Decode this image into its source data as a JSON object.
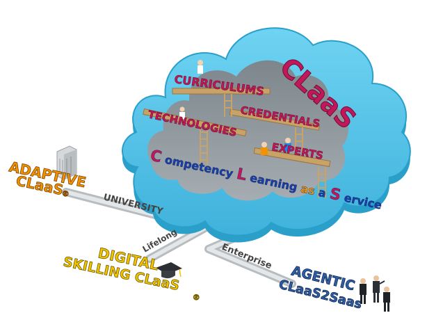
{
  "cloud": {
    "brand": "CLaaS",
    "tagline": {
      "parts": [
        {
          "text": "C",
          "color": "#c2185b"
        },
        {
          "text": "ompetency ",
          "color": "#1a3fa8"
        },
        {
          "text": "L",
          "color": "#c2185b"
        },
        {
          "text": "earning ",
          "color": "#1a3fa8"
        },
        {
          "text": "as ",
          "color": "#ff9800"
        },
        {
          "text": "a ",
          "color": "#1a3fa8"
        },
        {
          "text": "S",
          "color": "#c2185b"
        },
        {
          "text": "ervice",
          "color": "#1a3fa8"
        }
      ]
    },
    "shelves": {
      "curriculums": "CURRICULUMS",
      "technologies": "TECHNOLOGIES",
      "credentials": "CREDENTIALS",
      "experts": "EXPERTS"
    }
  },
  "branches": {
    "university": {
      "path_label": "UNIVERSITY",
      "title_line1": "ADAPTIVE",
      "title_line2": "CLaaS",
      "mark": "®"
    },
    "lifelong": {
      "path_label": "Lifelong",
      "title_line1": "DIGITAL",
      "title_line2": "SKILLING CLaaS",
      "mark": "®"
    },
    "enterprise": {
      "path_label": "Enterprise",
      "title_line1": "AGENTIC",
      "title_line2": "CLaaS2Saas"
    }
  },
  "colors": {
    "cloud_fill": "#4fc3e8",
    "cloud_edge": "#2a9fc9",
    "cloud_inner": "#8a9399",
    "brand_pink": "#c2185b",
    "shelf_wood": "#c9a267",
    "adaptive_orange": "#f39200",
    "digital_yellow": "#f2c500",
    "agentic_blue": "#2f5fa5",
    "path_gray": "#bfc3c6"
  }
}
